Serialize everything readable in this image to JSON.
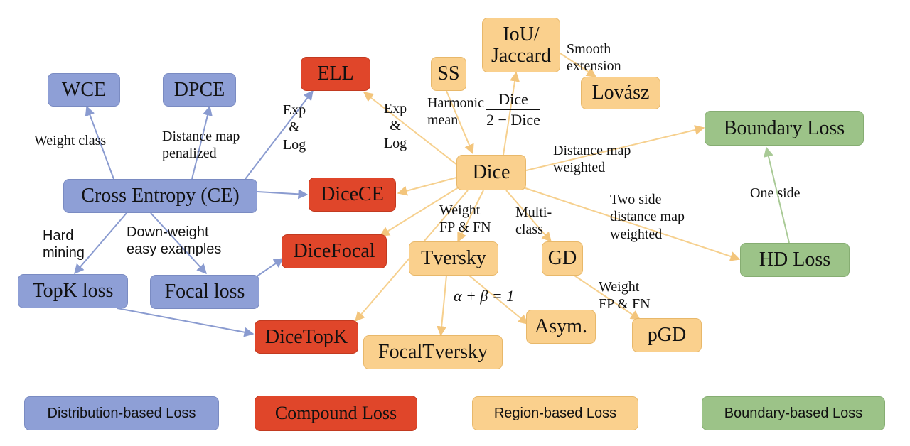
{
  "colors": {
    "distribution": "#8e9fd6",
    "compound": "#e0462a",
    "region": "#fad08d",
    "boundary": "#9cc388",
    "arrow_blue": "#8a9bd0",
    "arrow_orange": "#f6d08e",
    "arrow_green": "#a9ca96"
  },
  "nodes": {
    "wce": "WCE",
    "dpce": "DPCE",
    "ell": "ELL",
    "ss": "SS",
    "iou_line1": "IoU/",
    "iou_line2": "Jaccard",
    "lovasz": "Lovász",
    "boundary_loss": "Boundary Loss",
    "cross_entropy": "Cross Entropy (CE)",
    "dicece": "DiceCE",
    "dice": "Dice",
    "dicefocal": "DiceFocal",
    "tversky": "Tversky",
    "gd": "GD",
    "hd_loss": "HD Loss",
    "topk_loss": "TopK loss",
    "focal_loss": "Focal loss",
    "dicetopk": "DiceTopK",
    "asym": "Asym.",
    "pgd": "pGD",
    "focaltversky": "FocalTversky"
  },
  "edge_labels": {
    "weight_class": "Weight class",
    "distance_map_penalized_1": "Distance map",
    "distance_map_penalized_2": "penalized",
    "exp_log_ce_1": "Exp",
    "exp_log_ce_2": "&",
    "exp_log_ce_3": "Log",
    "exp_log_dice_1": "Exp",
    "exp_log_dice_2": "&",
    "exp_log_dice_3": "Log",
    "harmonic_1": "Harmonic",
    "harmonic_2": "mean",
    "dice_fraction_num": "Dice",
    "dice_fraction_den": "2 − Dice",
    "smooth_1": "Smooth",
    "smooth_2": "extension",
    "dmw_1": "Distance map",
    "dmw_2": "weighted",
    "two_side_1": "Two side",
    "two_side_2": "distance map",
    "two_side_3": "weighted",
    "one_side": "One side",
    "hard_mining_1": "Hard",
    "hard_mining_2": "mining",
    "down_weight_1": "Down-weight",
    "down_weight_2": "easy examples",
    "weight_fp_fn_1": "Weight",
    "weight_fp_fn_2": "FP & FN",
    "multiclass_1": "Multi-",
    "multiclass_2": "class",
    "alpha_beta": "α + β = 1",
    "weight_fp_fn_gd_1": "Weight",
    "weight_fp_fn_gd_2": "FP & FN"
  },
  "legend": {
    "distribution": "Distribution-based Loss",
    "compound": "Compound Loss",
    "region": "Region-based Loss",
    "boundary": "Boundary-based Loss"
  }
}
